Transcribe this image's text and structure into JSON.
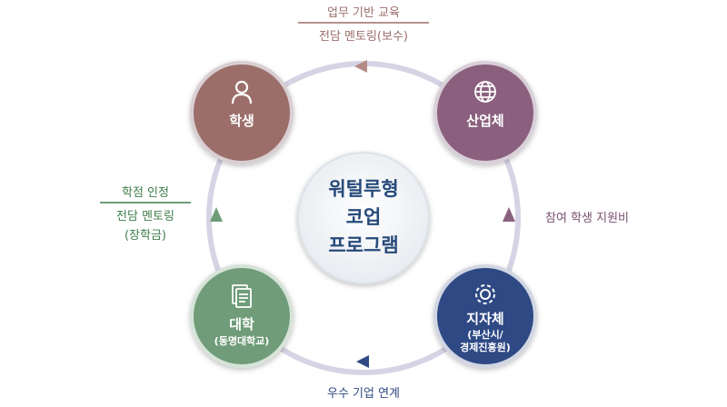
{
  "center": {
    "lines": [
      "워털루형",
      "코업",
      "프로그램"
    ]
  },
  "nodes": {
    "student": {
      "title": "학생",
      "icon": "person-icon",
      "color": "#9b6e6a"
    },
    "industry": {
      "title": "산업체",
      "icon": "globe-icon",
      "color": "#8a607e"
    },
    "university": {
      "title": "대학",
      "subtitle": "(동명대학교)",
      "icon": "document-icon",
      "color": "#6f9c79"
    },
    "local_gov": {
      "title": "지자체",
      "subtitle_lines": [
        "(부산시/",
        "경제진흥원)"
      ],
      "icon": "gear-icon",
      "color": "#2f4a84"
    }
  },
  "edges": {
    "top": {
      "line1": "업무 기반 교육",
      "line2": "전담 멘토링(보수)",
      "color": "#9b6e6a"
    },
    "left": {
      "line1": "학점 인정",
      "line2": "전담 멘토링",
      "line3": "(장학금)",
      "color": "#3f7d4c"
    },
    "right": {
      "line1": "참여 학생 지원비",
      "color": "#7a4f6e"
    },
    "bottom": {
      "line1": "우수 기업 연계",
      "color": "#2f4a84"
    }
  }
}
